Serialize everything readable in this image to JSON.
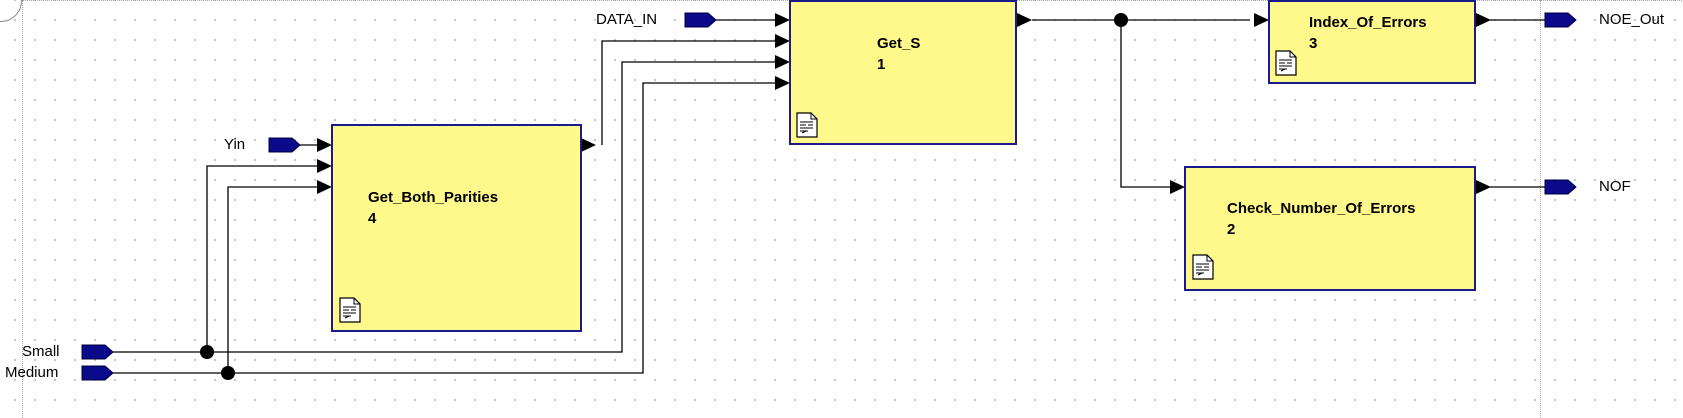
{
  "colors": {
    "block_fill": "#fff88a",
    "block_border": "#1a1a8c",
    "port_fill": "#0a0a8a",
    "wire": "#000000"
  },
  "blocks": {
    "get_s": {
      "name": "Get_S",
      "number": "1"
    },
    "index_of_errors": {
      "name": "Index_Of_Errors",
      "number": "3"
    },
    "check_number_of_errors": {
      "name": "Check_Number_Of_Errors",
      "number": "2"
    },
    "get_both_parities": {
      "name": "Get_Both_Parities",
      "number": "4"
    }
  },
  "ports": {
    "data_in": "DATA_IN",
    "yin": "Yin",
    "small": "Small",
    "medium": "Medium",
    "noe_out": "NOE_Out",
    "nof": "NOF"
  },
  "icons": [
    "document-icon",
    "input-port-icon",
    "output-port-icon"
  ]
}
